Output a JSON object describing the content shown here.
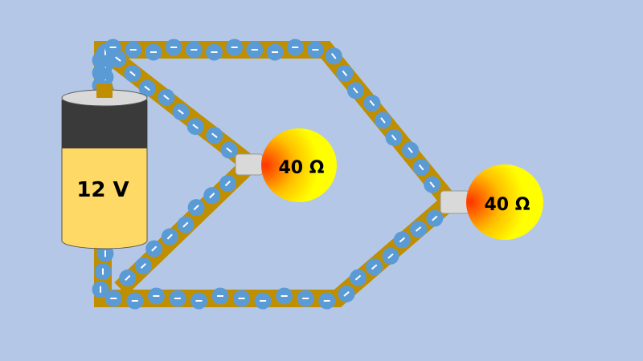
{
  "battery": {
    "label": "12 V",
    "voltage_v": 12
  },
  "bulbs": [
    {
      "label": "40 Ω",
      "resistance_ohm": 40
    },
    {
      "label": "40 Ω",
      "resistance_ohm": 40
    }
  ],
  "electron": {
    "symbol": "-"
  },
  "colors": {
    "background": "#B4C7E7",
    "wire": "#BF8F00",
    "electron": "#5B9BD5",
    "battery_top": "#3A3A3A",
    "battery_body": "#FFD966"
  }
}
